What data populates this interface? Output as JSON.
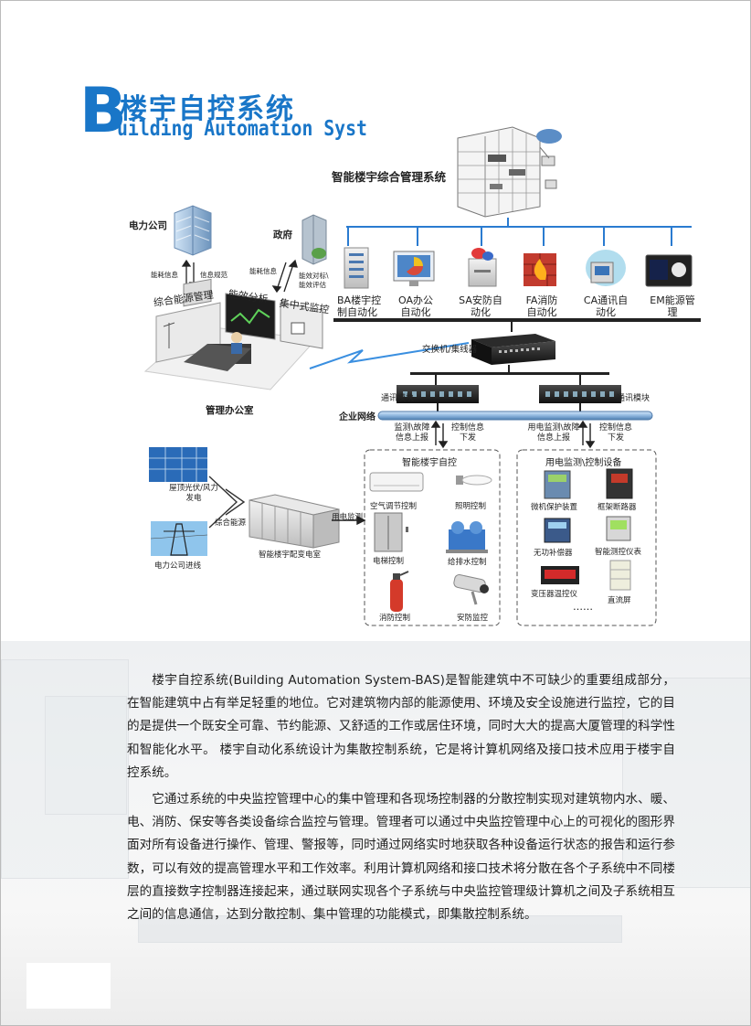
{
  "title": {
    "big_letter": "B",
    "cn": "楼宇自控系统",
    "en": "uilding Automation Syst"
  },
  "top_system": {
    "label": "智能楼宇综合管理系统"
  },
  "subsystems": [
    {
      "l1": "BA楼宇控",
      "l2": "制自动化"
    },
    {
      "l1": "OA办公",
      "l2": "自动化"
    },
    {
      "l1": "SA安防自",
      "l2": "动化"
    },
    {
      "l1": "FA消防",
      "l2": "自动化"
    },
    {
      "l1": "CA通讯自",
      "l2": "动化"
    },
    {
      "l1": "EM能源管",
      "l2": "理"
    }
  ],
  "left_cluster": {
    "power_company": "电力公司",
    "government": "政府",
    "energy_info_1": "能耗信息",
    "info_spec": "信息规范",
    "energy_info_2": "能耗信息",
    "efficiency_1": "能效对标\\",
    "efficiency_2": "能效评估",
    "energy_mgmt": "综合能源管理",
    "efficiency_analysis": "能效分析",
    "central_monitor": "集中式监控",
    "office": "管理办公室"
  },
  "network": {
    "switch": "交换机/集线器",
    "comm_module_left": "通讯模块",
    "comm_module_right": "通讯模块",
    "enterprise_net": "企业网络",
    "monitor_report_1": "监测\\故障",
    "monitor_report_2": "信息上报",
    "control_down_1a": "控制信息",
    "control_down_1b": "下发",
    "power_report_1": "用电监测\\故障",
    "power_report_2": "信息上报",
    "control_down_2a": "控制信息",
    "control_down_2b": "下发"
  },
  "source": {
    "rooftop_1": "屋顶光伏/风力",
    "rooftop_2": "发电",
    "grid": "电力公司进线",
    "integrated_energy": "综合能源",
    "substation": "智能楼宇配变电室",
    "power_monitor": "用电监测"
  },
  "smart_box": {
    "title": "智能楼宇自控",
    "items": [
      "空气调节控制",
      "照明控制",
      "电梯控制",
      "给排水控制",
      "消防控制",
      "安防监控"
    ]
  },
  "device_box": {
    "title": "用电监测\\控制设备",
    "items": [
      "微机保护装置",
      "框架断路器",
      "无功补偿器",
      "智能测控仪表",
      "变压器温控仪",
      "直流屏"
    ],
    "more": "……"
  },
  "paragraphs": [
    "楼宇自控系统(Building Automation System-BAS)是智能建筑中不可缺少的重要组成部分，在智能建筑中占有举足轻重的地位。它对建筑物内部的能源使用、环境及安全设施进行监控，它的目的是提供一个既安全可靠、节约能源、又舒适的工作或居住环境，同时大大的提高大厦管理的科学性和智能化水平。 楼宇自动化系统设计为集散控制系统，它是将计算机网络及接口技术应用于楼宇自控系统。",
    "它通过系统的中央监控管理中心的集中管理和各现场控制器的分散控制实现对建筑物内水、暖、电、消防、保安等各类设备综合监控与管理。管理者可以通过中央监控管理中心上的可视化的图形界面对所有设备进行操作、管理、警报等，同时通过网络实时地获取各种设备运行状态的报告和运行参数，可以有效的提高管理水平和工作效率。利用计算机网络和接口技术将分散在各个子系统中不同楼层的直接数字控制器连接起来，通过联网实现各个子系统与中央监控管理级计算机之间及子系统相互之间的信息通信，达到分散控制、集中管理的功能模式，即集散控制系统。"
  ],
  "colors": {
    "title_blue": "#1976c8",
    "line_blue": "#2a7bd0",
    "bar_dark": "#222222"
  }
}
